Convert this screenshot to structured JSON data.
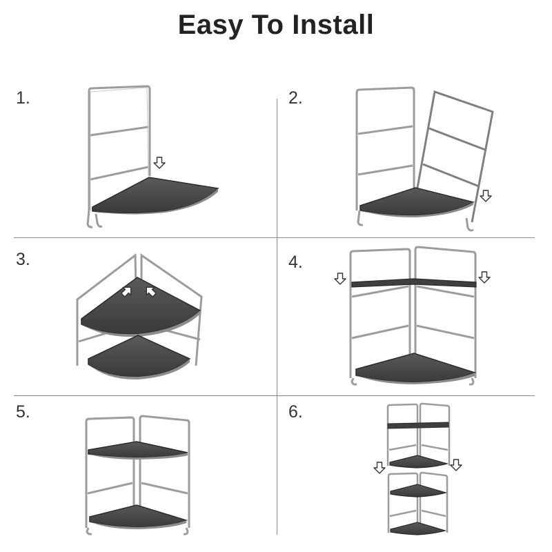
{
  "title": "Easy To Install",
  "steps": [
    {
      "label": "1."
    },
    {
      "label": "2."
    },
    {
      "label": "3."
    },
    {
      "label": "4."
    },
    {
      "label": "5."
    },
    {
      "label": "6."
    }
  ],
  "colors": {
    "frame": "#9c9c9c",
    "frame_dark": "#6d6d6d",
    "shelf": "#4a4a4a",
    "shelf_edge": "#2a2a2a",
    "divider": "#8a8a8a",
    "arrow": "#333333"
  },
  "icons": {
    "arrow": "hollow-down-arrow-icon"
  }
}
